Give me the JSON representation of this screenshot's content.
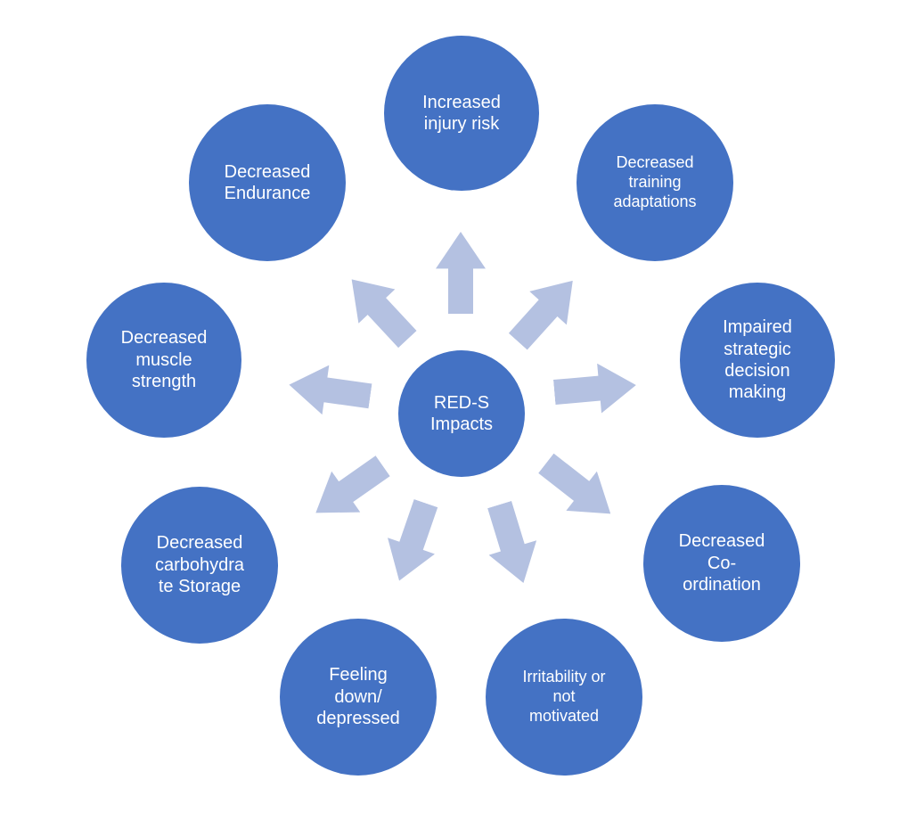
{
  "center": {
    "label": "RED-S\nImpacts"
  },
  "colors": {
    "node": "#4472c4",
    "arrow": "#b4c1e1",
    "background": "#ffffff"
  },
  "impacts": [
    {
      "label": "Increased\ninjury risk"
    },
    {
      "label": "Decreased\ntraining\nadaptations"
    },
    {
      "label": "Impaired\nstrategic\ndecision\nmaking"
    },
    {
      "label": "Decreased\nCo-\nordination"
    },
    {
      "label": "Irritability or\nnot\nmotivated"
    },
    {
      "label": "Feeling\ndown/\ndepressed"
    },
    {
      "label": "Decreased\ncarbohydra\nte Storage"
    },
    {
      "label": "Decreased\nmuscle\nstrength"
    },
    {
      "label": "Decreased\nEndurance"
    }
  ]
}
